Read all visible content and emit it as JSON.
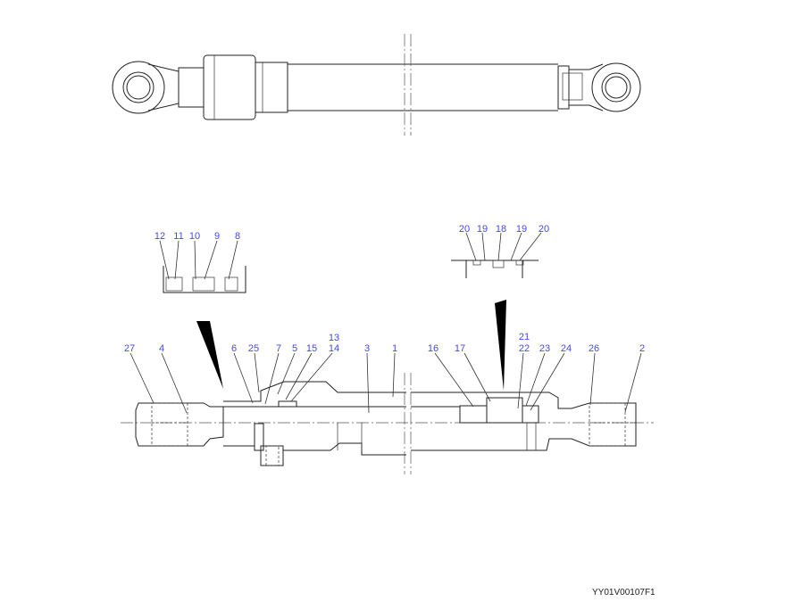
{
  "diagram": {
    "title": "Hydraulic cylinder parts diagram",
    "label_color": "#4646f0",
    "detail_left_labels": [
      "12",
      "11",
      "10",
      "9",
      "8"
    ],
    "detail_right_labels": [
      "20",
      "19",
      "18",
      "19",
      "20"
    ],
    "section_labels": [
      "27",
      "4",
      "6",
      "25",
      "7",
      "5",
      "15",
      "13",
      "14",
      "3",
      "1",
      "16",
      "17",
      "21",
      "22",
      "23",
      "24",
      "26",
      "2"
    ],
    "figure_code": "YY01V00107F1"
  }
}
